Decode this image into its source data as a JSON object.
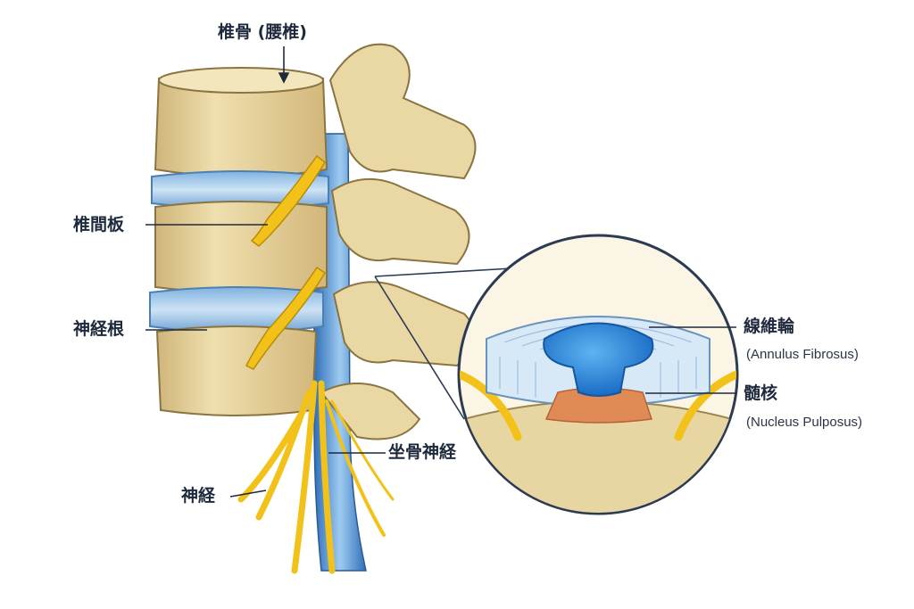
{
  "labels": {
    "vertebra": "椎骨 (腰椎)",
    "disc": "椎間板",
    "nerve_root": "神経根",
    "nerve": "神経",
    "sciatic": "坐骨神経",
    "annulus": "線維輪",
    "annulus_en": "(Annulus Fibrosus)",
    "nucleus": "髄核",
    "nucleus_en": "(Nucleus Pulposus)"
  },
  "colors": {
    "bone": "#e6d39c",
    "bone_shade": "#c7ad6e",
    "disc": "#9fc7ea",
    "nerve": "#f2c21a",
    "nucleus": "#2e86d6",
    "leader": "#1e2a3c"
  }
}
